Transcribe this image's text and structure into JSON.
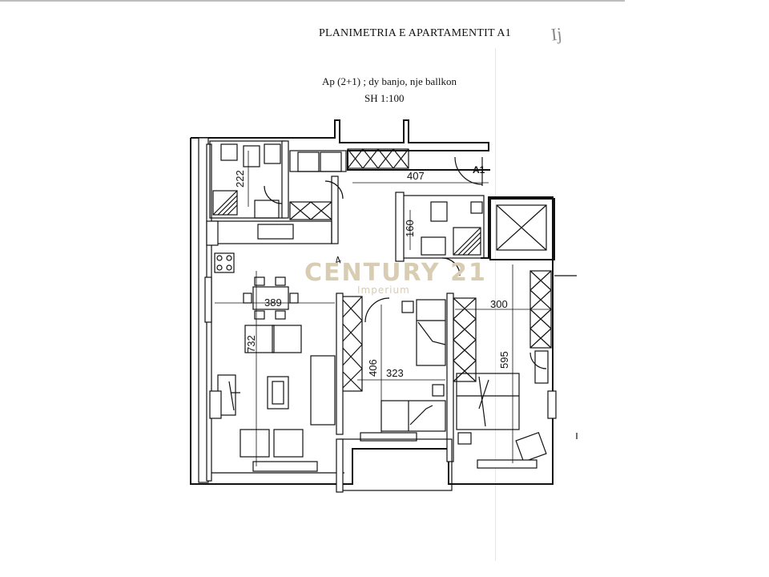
{
  "header": {
    "title": "PLANIMETRIA  E APARTAMENTIT A1",
    "subtitle": "Ap (2+1) ; dy banjo, nje ballkon",
    "scale": "SH 1:100",
    "handwritten_mark": "Ij"
  },
  "plan": {
    "unit_label": "A1",
    "dimensions": {
      "bath_height": "222",
      "corridor_width": "407",
      "bath2_height": "160",
      "living_width": "389",
      "living_depth": "732",
      "bedroom1_depth": "406",
      "bedroom1_width": "323",
      "bedroom2_width": "300",
      "bedroom2_depth": "595"
    },
    "room_marker": "4"
  },
  "watermark": {
    "brand": "CENTURY 21",
    "office": "Imperium",
    "color": "#d8ccb3"
  },
  "colors": {
    "line": "#111111",
    "paper": "#ffffff"
  }
}
